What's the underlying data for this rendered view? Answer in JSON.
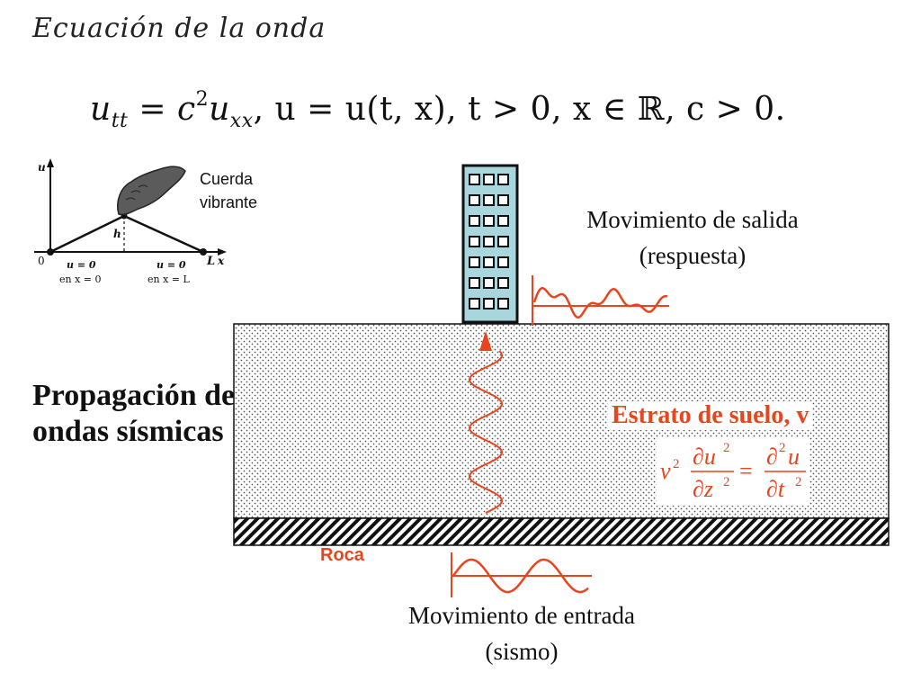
{
  "header": {
    "title": "Ecuación de la onda",
    "equation": {
      "lhs": "u",
      "lhs_sub": "tt",
      "eq": " = ",
      "c": "c",
      "exp": "2",
      "u": "u",
      "u_sub": "xx",
      "rest": ",   u = u(t, x),   t > 0,   x ∈ ℝ,   c > 0."
    }
  },
  "string_figure": {
    "label_line1": "Cuerda",
    "label_line2": "vibrante",
    "axis_u": "u",
    "axis_x": "x",
    "origin": "0",
    "height": "h",
    "end": "L",
    "left_cond": "u = 0",
    "left_where": "en x = 0",
    "right_cond": "u = 0",
    "right_where": "en x = L"
  },
  "main_title": {
    "line1": "Propagación de",
    "line2": "ondas sísmicas"
  },
  "output": {
    "line1": "Movimiento de salida",
    "line2": "(respuesta)"
  },
  "stratum": {
    "label": "Estrato de suelo, v",
    "pde": {
      "coef": "v",
      "coef_exp": "2",
      "num_left": "∂u",
      "num_left_exp": "2",
      "den_left": "∂z",
      "den_left_exp": "2",
      "eq": "=",
      "num_right": "∂",
      "num_right_exp": "2",
      "num_right_var": "u",
      "den_right": "∂t",
      "den_right_exp": "2"
    }
  },
  "rock": {
    "label": "Roca"
  },
  "input": {
    "line1": "Movimiento de entrada",
    "line2": "(sismo)"
  },
  "colors": {
    "accent": "#e8441e",
    "building": "#a9d5dd",
    "ink": "#111111"
  }
}
